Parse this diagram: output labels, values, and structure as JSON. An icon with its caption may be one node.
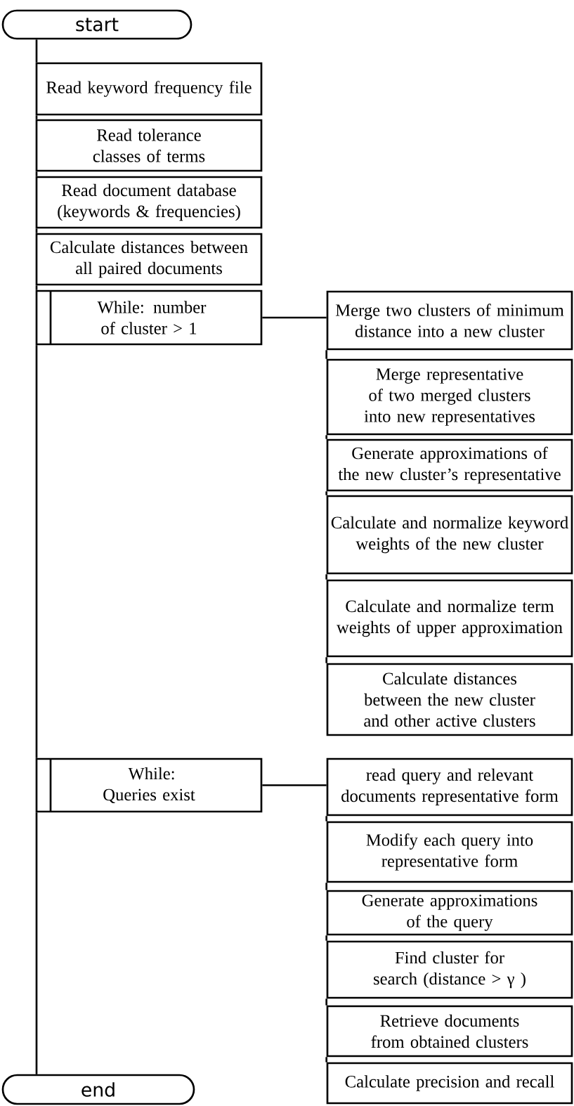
{
  "diagram": {
    "nodes": [
      {
        "text": [
          "start"
        ]
      },
      {
        "text": [
          "Read keyword frequency file"
        ]
      },
      {
        "text": [
          "Read tolerance classes of terms"
        ]
      },
      {
        "text": [
          "Read document database (keywords & frequencies)"
        ]
      },
      {
        "text": [
          "Calculate distances between all paired documents"
        ]
      },
      {
        "text": [
          "While: number of cluster > 1"
        ]
      },
      {
        "text": [
          "Merge two clusters of minimum distance into a new cluster"
        ]
      },
      {
        "text": [
          "Merge representative of two merged clusters into new representatives"
        ]
      },
      {
        "text": [
          "Generate approximations of the new cluster’s representative"
        ]
      },
      {
        "text": [
          "Calculate and normalize keyword weights of the new cluster"
        ]
      },
      {
        "text": [
          "Calculate and normalize term weights of upper approximation"
        ]
      },
      {
        "text": [
          "Calculate distances between the new cluster and other active clusters"
        ]
      },
      {
        "text": [
          "While: Queries exist"
        ]
      },
      {
        "text": [
          "read query and relevant documents representative form"
        ]
      },
      {
        "text": [
          "Modify each query into representative form"
        ]
      },
      {
        "text": [
          "Generate approximations of the query"
        ]
      },
      {
        "text": [
          "Find cluster for search (distance > γ )"
        ]
      },
      {
        "text": [
          "Retrieve documents from obtained clusters"
        ]
      },
      {
        "text": [
          "Calculate precision and recall"
        ]
      },
      {
        "text": [
          "end"
        ]
      }
    ],
    "edges": [
      {
        "from": 0,
        "to": 1,
        "arrow": "none"
      },
      {
        "from": 1,
        "to": 2,
        "arrow": "none"
      },
      {
        "from": 2,
        "to": 3,
        "arrow": "none"
      },
      {
        "from": 3,
        "to": 4,
        "arrow": "none"
      },
      {
        "from": 4,
        "to": 5,
        "arrow": "none"
      },
      {
        "from": 5,
        "to": 12,
        "arrow": "none"
      },
      {
        "from": 12,
        "to": 19,
        "arrow": "none"
      },
      {
        "from": 5,
        "to": 6,
        "arrow": "none"
      },
      {
        "from": 6,
        "to": 7,
        "arrow": "none"
      },
      {
        "from": 7,
        "to": 8,
        "arrow": "none"
      },
      {
        "from": 8,
        "to": 9,
        "arrow": "none"
      },
      {
        "from": 9,
        "to": 10,
        "arrow": "none"
      },
      {
        "from": 10,
        "to": 11,
        "arrow": "none"
      },
      {
        "from": 12,
        "to": 13,
        "arrow": "none"
      },
      {
        "from": 13,
        "to": 14,
        "arrow": "none"
      },
      {
        "from": 14,
        "to": 15,
        "arrow": "none"
      },
      {
        "from": 15,
        "to": 16,
        "arrow": "none"
      },
      {
        "from": 16,
        "to": 17,
        "arrow": "none"
      },
      {
        "from": 17,
        "to": 18,
        "arrow": "none"
      }
    ]
  }
}
